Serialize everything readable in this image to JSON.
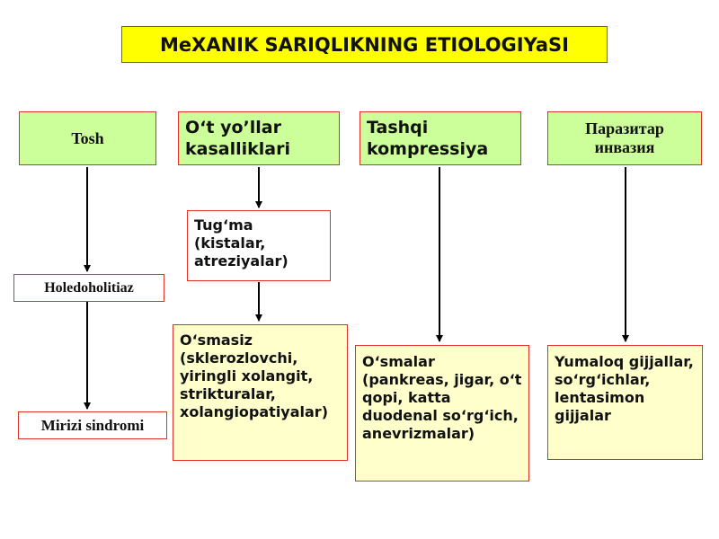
{
  "title": "MeXANIK SARIQLIKNING ETIOLOGIYaSI",
  "categories": {
    "tosh": "Tosh",
    "ot_yollar": "O‘t yo’llar kasalliklari",
    "tashqi": "Tashqi kompressiya",
    "parazitar": "Паразитар инвазия"
  },
  "tosh_chain": {
    "holedoholitiaz": "Holedoholitiaz",
    "mirizi": "Mirizi sindromi"
  },
  "ot_yollar_chain": {
    "tugma": "Tug‘ma (kistalar, atreziyalar)",
    "osmasiz": "O‘smasiz (sklerozlovchi, yiringli xolangit, strikturalar, xolangiopatiyalar)"
  },
  "tashqi_chain": {
    "osmalar": "O‘smalar (pankreas, jigar, o‘t qopi, katta duodenal so‘rg‘ich, anevrizmalar)"
  },
  "parazitar_chain": {
    "gijjalar": "Yumaloq gijjallar, so‘rg‘ichlar, lentasimon gijjalar"
  },
  "colors": {
    "title_bg": "#ffff00",
    "category_bg": "#ccff99",
    "detail_bg": "#ffffcc",
    "border": "#e0302a"
  }
}
